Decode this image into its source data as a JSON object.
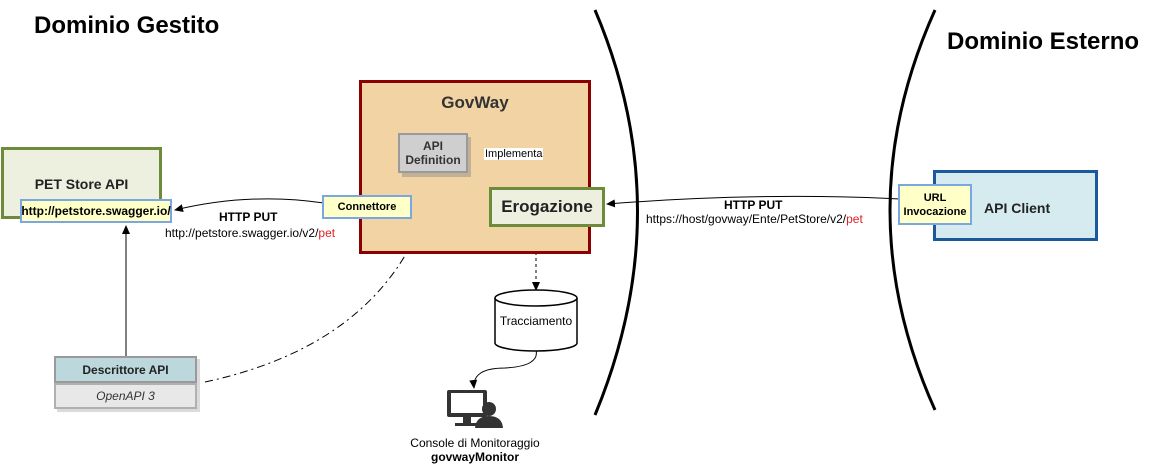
{
  "domains": {
    "managed": "Dominio Gestito",
    "external": "Dominio Esterno"
  },
  "govway": {
    "title": "GovWay",
    "api_definition": [
      "API",
      "Definition"
    ],
    "implements_label": "Implementa",
    "erogazione": "Erogazione",
    "connettore": "Connettore"
  },
  "pet_store": {
    "title": "PET Store API",
    "url": "http://petstore.swagger.io/"
  },
  "left_call": {
    "method": "HTTP PUT",
    "url_prefix": "http://petstore.swagger.io/v2/",
    "url_suffix": "pet"
  },
  "right_call": {
    "method": "HTTP PUT",
    "url_prefix": "https://host/govway/Ente/PetStore/v2/",
    "url_suffix": "pet"
  },
  "api_client": {
    "title": "API Client",
    "invocation_url": [
      "URL",
      "Invocazione"
    ]
  },
  "descriptor": {
    "title": "Descrittore API",
    "format": "OpenAPI 3"
  },
  "tracing": {
    "label": "Tracciamento"
  },
  "console": {
    "label": "Console di Monitoraggio",
    "name": "govwayMonitor"
  },
  "colors": {
    "govway_fill": "#f2d3a3",
    "govway_border": "#8b0000",
    "green_border": "#6d8b3b",
    "pet_fill": "#eef0df",
    "client_fill": "#d6ebf0",
    "client_border": "#1a5a9a",
    "yellow_fill": "#ffffc8",
    "blue_outline": "#7aa7e0",
    "descriptor_fill": "#bcd8dc",
    "gray_fill": "#c8c8c8",
    "accent_red": "#e02020"
  }
}
